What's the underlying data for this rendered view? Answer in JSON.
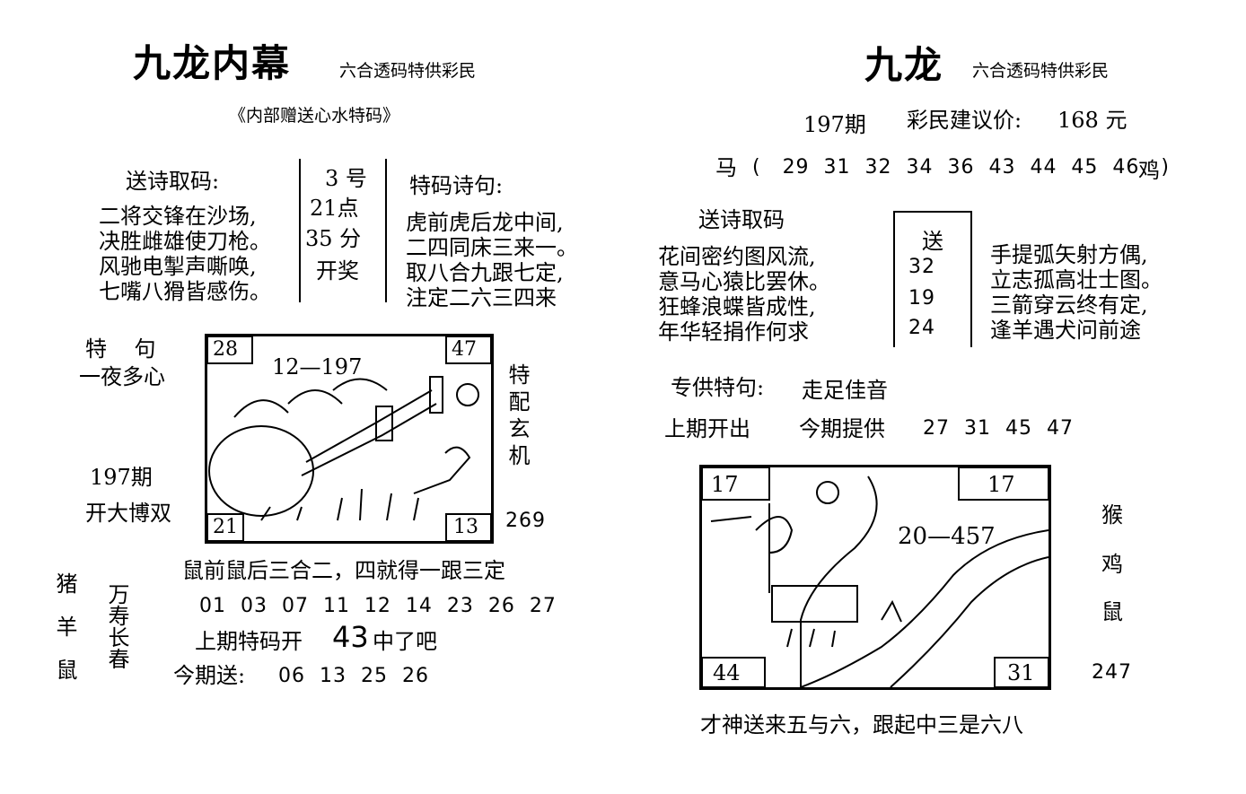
{
  "left": {
    "title": "九龙内幕",
    "subtitle": "六合透码特供彩民",
    "gift": "《内部赠送心水特码》",
    "poem_label": "送诗取码:",
    "poem_lines": [
      "二将交锋在沙场,",
      "决胜雌雄使刀枪。",
      "风驰电掣声嘶唤,",
      "七嘴八猾皆感伤。"
    ],
    "draw_time": [
      "3 号",
      "21点",
      "35 分",
      "开奖"
    ],
    "special_poem_label": "特码诗句:",
    "special_poem_lines": [
      "虎前虎后龙中间,",
      "二四同床三来一。",
      "取八合九跟七定,",
      "注定二六三四来"
    ],
    "special_phrase_label": "特    句",
    "special_phrase": "一夜多心",
    "issue": "197期",
    "issue_note": "开大博双",
    "picture_numbers": {
      "top_left": "28",
      "top_right": "47",
      "bottom_left": "21",
      "bottom_right": "13",
      "center": "12—197"
    },
    "side_vertical": "特配玄机",
    "side_number": "269",
    "rat_line": "鼠前鼠后三合二，四就得一跟三定",
    "numbers": "01  03  07  11  12  14  23  26  27",
    "zodiacs": "猪羊鼠",
    "longevity": "万寿长春",
    "last_issue_prefix": "上期特码开",
    "last_issue_number": "43",
    "last_issue_suffix": "中了吧",
    "today_label": "今期送:",
    "today_numbers": "06  13  25  26"
  },
  "right": {
    "title": "九龙",
    "subtitle": "六合透码特供彩民",
    "issue": "197期",
    "price_label": "彩民建议价:",
    "price": "168 元",
    "horse": "马",
    "horse_numbers": "(   29  31  32  34  36  43  44  45  46   )",
    "rooster": "鸡",
    "poem_label": "送诗取码",
    "poem_left": [
      "花间密约图风流,",
      "意马心猿比罢休。",
      "狂蜂浪蝶皆成性,",
      "年华轻捐作何求"
    ],
    "poem_mid": [
      "送",
      "32",
      "19",
      "24"
    ],
    "poem_right": [
      "手提弧矢射方偶,",
      "立志孤高壮士图。",
      "三箭穿云终有定,",
      "逢羊遇犬问前途"
    ],
    "special_label": "专供特句:",
    "special_phrase": "走足佳音",
    "last_out_label": "上期开出",
    "today_label": "今期提供",
    "today_numbers": "27  31  45  47",
    "picture_numbers": {
      "top_left": "17",
      "top_right": "17",
      "bottom_left": "44",
      "bottom_right": "31",
      "center": "20—457"
    },
    "side_zodiacs": [
      "猴",
      "鸡",
      "鼠"
    ],
    "side_number": "247",
    "bottom_line": "才神送来五与六，跟起中三是六八"
  }
}
